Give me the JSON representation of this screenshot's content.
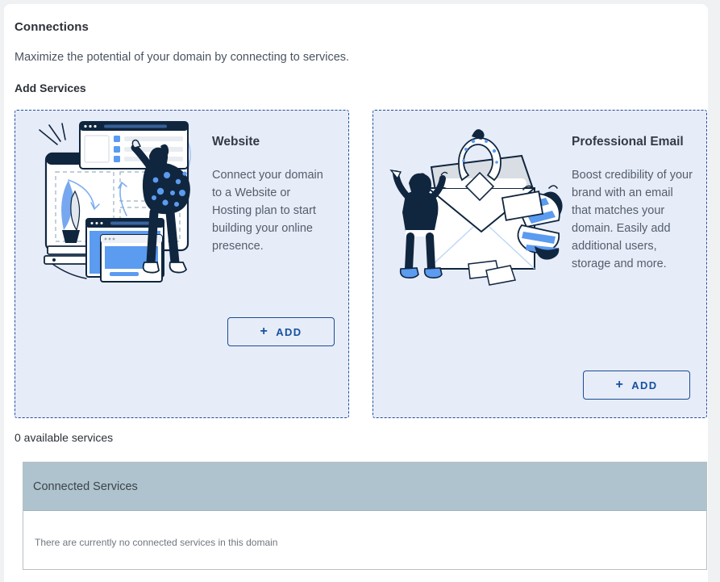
{
  "header": {
    "title": "Connections",
    "subtitle": "Maximize the potential of your domain by connecting to services.",
    "add_services_label": "Add Services"
  },
  "cards": [
    {
      "title": "Website",
      "description": "Connect your domain to a Website or Hosting plan to start building your online presence.",
      "add_label": "ADD",
      "plus": "+",
      "illustration": "website-builder-illustration"
    },
    {
      "title": "Professional Email",
      "description": "Boost credibility of your brand with an email that matches your domain. Easily add additional users, storage and more.",
      "add_label": "ADD",
      "plus": "+",
      "illustration": "email-envelope-illustration"
    }
  ],
  "available_services": "0 available services",
  "connected": {
    "panel_title": "Connected Services",
    "empty_message": "There are currently no connected services in this domain"
  },
  "colors": {
    "page_background": "#f0f1f2",
    "card_background": "#ffffff",
    "service_card_bg": "#e7ecf9",
    "service_card_border": "#1f4e96",
    "accent_blue": "#15509e",
    "panel_header_bg": "#aec3ce",
    "title_text": "#2c3137",
    "body_text": "#545e6b",
    "muted_text": "#6f7780",
    "illustration_navy": "#10263f",
    "illustration_blue": "#5b9bf0"
  }
}
